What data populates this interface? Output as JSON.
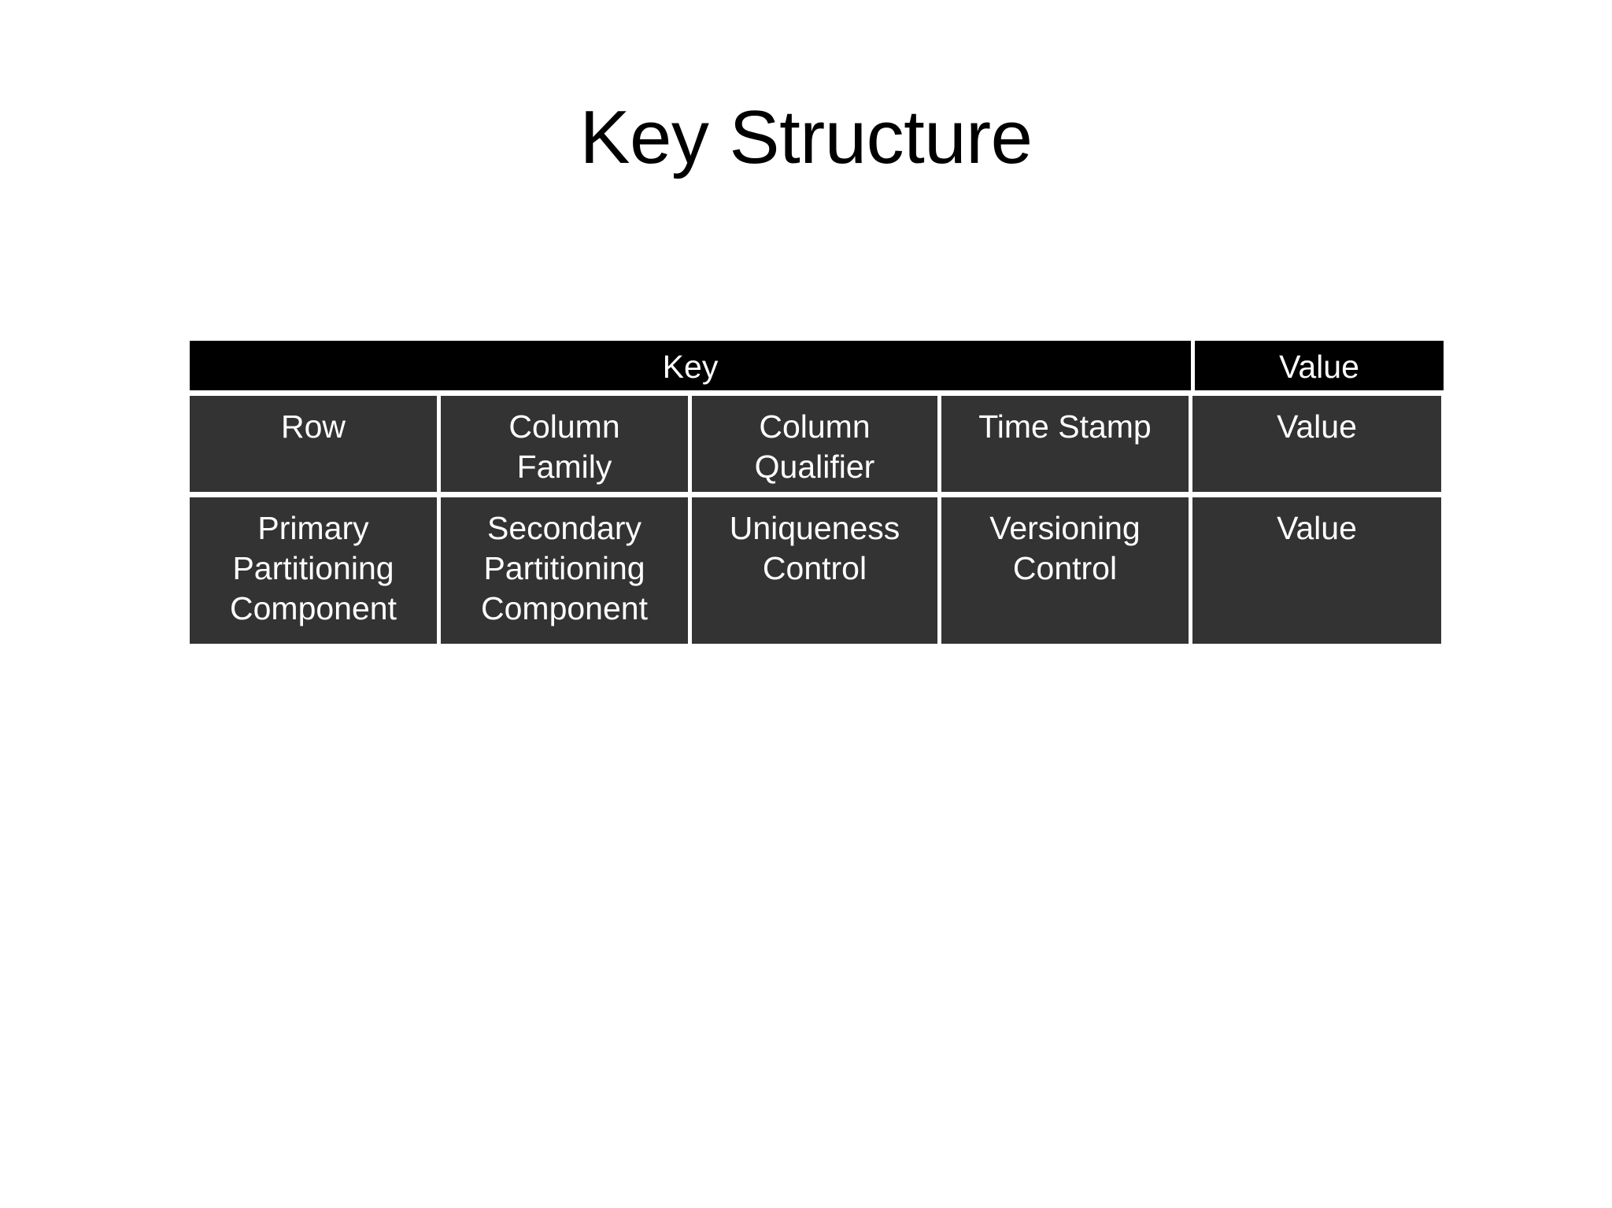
{
  "slide": {
    "title": "Key Structure",
    "background_color": "#ffffff",
    "text_color": "#000000"
  },
  "colors": {
    "header_background": "#000000",
    "cell_background": "#333333",
    "cell_text": "#ffffff",
    "gap": "#ffffff"
  },
  "table": {
    "header": {
      "key_label": "Key",
      "value_label": "Value",
      "key_colspan": 4,
      "value_colspan": 1
    },
    "rows": [
      {
        "name": "component-names-row",
        "cells": [
          "Row",
          "Column\nFamily",
          "Column\nQualifier",
          "Time Stamp",
          "Value"
        ],
        "cells_display": [
          {
            "line1": "Row",
            "line2": ""
          },
          {
            "line1": "Column",
            "line2": "Family"
          },
          {
            "line1": "Column",
            "line2": "Qualifier"
          },
          {
            "line1": "Time Stamp",
            "line2": ""
          },
          {
            "line1": "Value",
            "line2": ""
          }
        ]
      },
      {
        "name": "component-roles-row",
        "cells": [
          "Primary\nPartitioning\nComponent",
          "Secondary\nPartitioning\nComponent",
          "Uniqueness\nControl",
          "Versioning\nControl",
          "Value"
        ],
        "cells_display": [
          {
            "line1": "Primary",
            "line2": "Partitioning",
            "line3": "Component"
          },
          {
            "line1": "Secondary",
            "line2": "Partitioning",
            "line3": "Component"
          },
          {
            "line1": "Uniqueness",
            "line2": "Control",
            "line3": ""
          },
          {
            "line1": "Versioning",
            "line2": "Control",
            "line3": ""
          },
          {
            "line1": "Value",
            "line2": "",
            "line3": ""
          }
        ]
      }
    ]
  }
}
